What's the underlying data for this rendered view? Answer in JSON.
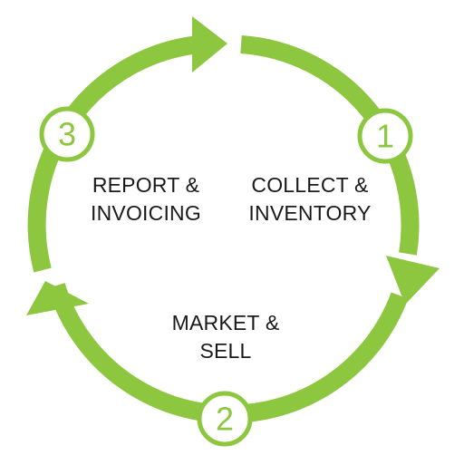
{
  "colors": {
    "accent": "#8dc63f",
    "text": "#1a1a1a",
    "badge_fill": "#ffffff"
  },
  "stages": [
    {
      "number": "1",
      "line1": "COLLECT &",
      "line2": "INVENTORY"
    },
    {
      "number": "2",
      "line1": "MARKET &",
      "line2": "SELL"
    },
    {
      "number": "3",
      "line1": "REPORT &",
      "line2": "INVOICING"
    }
  ]
}
